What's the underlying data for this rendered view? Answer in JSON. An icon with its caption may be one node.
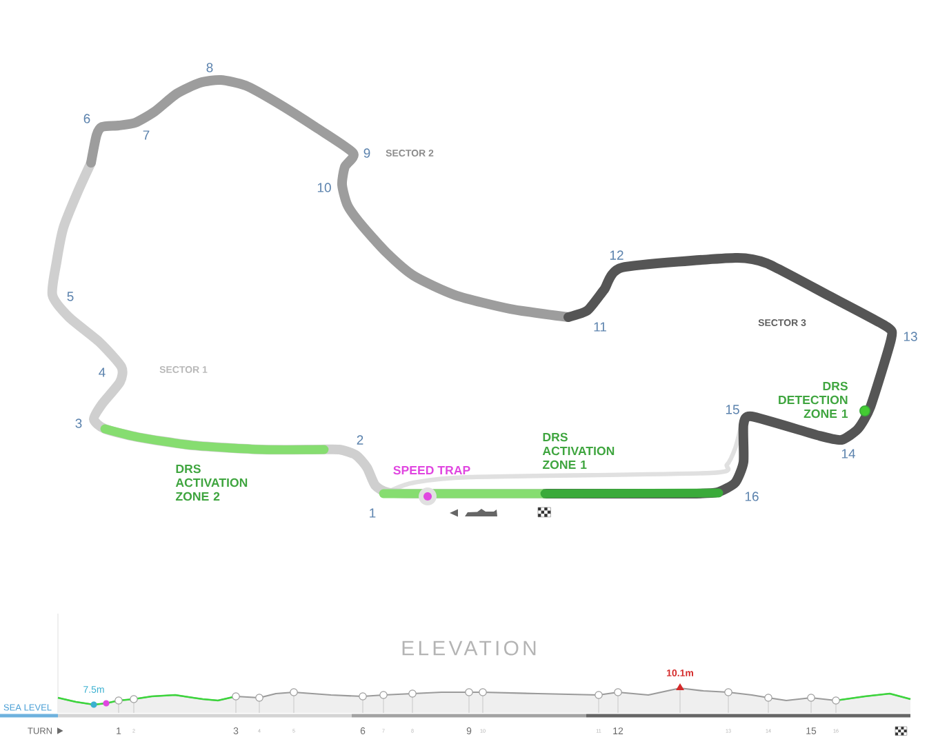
{
  "diagram": {
    "labels": [
      "8",
      "6",
      "7",
      "9",
      "SECTOR 2",
      "10",
      "12",
      "11",
      "SECTOR 3",
      "13",
      "5",
      "4",
      "SECTOR 1",
      "DRS DETECTION ZONE 1",
      "3",
      "15",
      "2",
      "DRS ACTIVATION ZONE 1",
      "14",
      "SPEED TRAP",
      "DRS ACTIVATION ZONE 2",
      "1",
      "16",
      "ELEVATION",
      "10.1m",
      "7.5m",
      "SEA LEVEL",
      "TURN",
      "1",
      "2",
      "3",
      "4",
      "5",
      "6",
      "7",
      "8",
      "9",
      "10",
      "11",
      "12",
      "13",
      "14",
      "15",
      "16"
    ]
  }
}
